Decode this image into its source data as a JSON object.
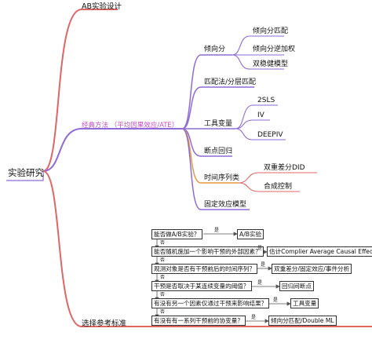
{
  "mindmap": {
    "root": "实验研究",
    "ab_design": "AB实验设计",
    "classic": "经典方法 （平均因果效应/ATE）",
    "propensity": {
      "label": "倾向分",
      "children": [
        "倾向分匹配",
        "倾向分逆加权",
        "双稳健模型"
      ]
    },
    "matching": "匹配法/分层匹配",
    "instrument": {
      "label": "工具变量",
      "children": [
        "2SLS",
        "IV",
        "DEEPIV"
      ]
    },
    "rdd": "断点回归",
    "time_series": {
      "label": "时间序列类",
      "children": [
        "双重差分DID",
        "合成控制"
      ]
    },
    "fixed_effects": "固定效应模型",
    "selection": "选择参考标准"
  },
  "flow": {
    "yes": "是",
    "no": "否",
    "questions": [
      "能否做A/B实验？",
      "能否随机施加一个影响干预的外部因素？",
      "观测对象是否有干预前后的时间序列？",
      "干预是否取决于某连续变量的阈值？",
      "有没有另一个因素仅通过干预来影响结果？",
      "有没有有一系列干预前的协变量？"
    ],
    "answers": [
      "A/B实验",
      "估计Complier Average Causal Effect",
      "双重差分/固定效应/事件分析",
      "回归间断点",
      "工具变量",
      "倾向分匹配/Double ML"
    ]
  },
  "colors": {
    "red": "#e06666",
    "purple": "#8e6bd6",
    "orange": "#e59a3c",
    "pink": "#c74ec4"
  }
}
